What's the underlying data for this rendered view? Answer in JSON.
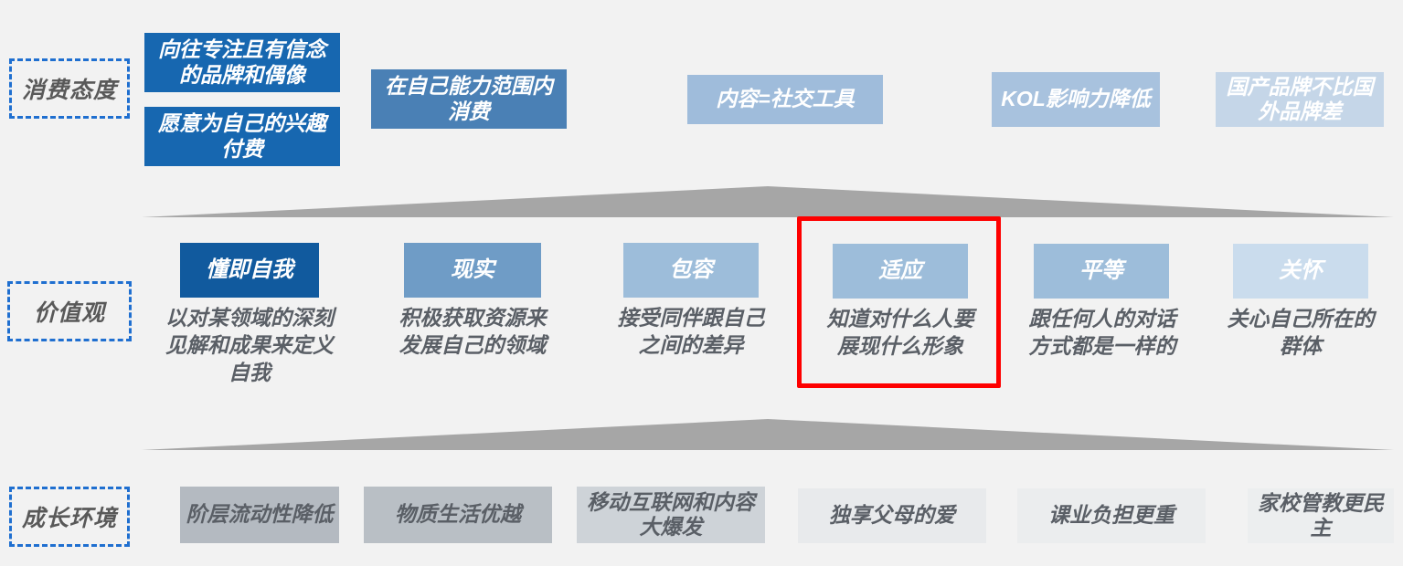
{
  "page": {
    "background": "#f2f2f2",
    "accent_blue": "#1f6fd0",
    "highlight_red": "#fe0000"
  },
  "rows": [
    {
      "label": "消费态度",
      "items": [
        {
          "text": "向往专注且有信念的品牌和偶像",
          "color": "#1767b0"
        },
        {
          "text": "愿意为自己的兴趣付费",
          "color": "#1767b0"
        },
        {
          "text": "在自己能力范围内消费",
          "color": "#4a80b5"
        },
        {
          "text": "内容=社交工具",
          "color": "#9fbcdb"
        },
        {
          "text": "KOL影响力降低",
          "color": "#a8c2de"
        },
        {
          "text": "国产品牌不比国外品牌差",
          "color": "#c5d6e8"
        }
      ]
    },
    {
      "label": "价值观",
      "items": [
        {
          "title": "懂即自我",
          "color": "#115a9e",
          "caption": "以对某领域的深刻\n见解和成果来定义\n自我"
        },
        {
          "title": "现实",
          "color": "#6f9cc6",
          "caption": "积极获取资源来\n发展自己的领域"
        },
        {
          "title": "包容",
          "color": "#9dbdda",
          "caption": "接受同伴跟自己\n之间的差异"
        },
        {
          "title": "适应",
          "color": "#9dbdda",
          "caption": "知道对什么人要\n展现什么形象",
          "highlighted": true
        },
        {
          "title": "平等",
          "color": "#9dbdda",
          "caption": "跟任何人的对话\n方式都是一样的"
        },
        {
          "title": "关怀",
          "color": "#cadced",
          "caption": "关心自己所在的\n群体"
        }
      ]
    },
    {
      "label": "成长环境",
      "items": [
        {
          "text": "阶层流动性降低",
          "color": "#b4bac1"
        },
        {
          "text": "物质生活优越",
          "color": "#b9bfc5"
        },
        {
          "text": "移动互联网和内容大爆发",
          "color": "#ced3d8"
        },
        {
          "text": "独享父母的爱",
          "color": "#e8eaec"
        },
        {
          "text": "课业负担更重",
          "color": "#ebedee"
        },
        {
          "text": "家校管教更民主",
          "color": "#eceeef"
        }
      ]
    }
  ],
  "dividers": [
    {
      "name": "divider-attitude-to-values"
    },
    {
      "name": "divider-values-to-environment"
    }
  ]
}
